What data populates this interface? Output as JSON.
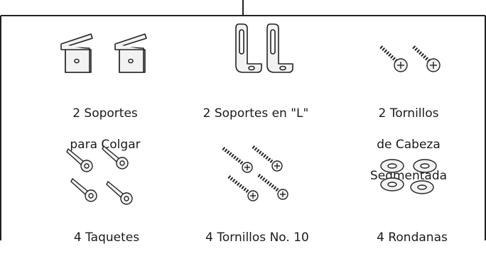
{
  "parts": [
    {
      "lines": [
        "2 Soportes",
        "para Colgar"
      ],
      "icon": "hanging-bracket-icon"
    },
    {
      "lines": [
        "2 Soportes en \"L\""
      ],
      "icon": "l-bracket-icon"
    },
    {
      "lines": [
        "2 Tornillos",
        "de Cabeza",
        "Segmentada"
      ],
      "icon": "pan-head-screw-icon"
    },
    {
      "lines": [
        "4 Taquetes"
      ],
      "icon": "wall-anchor-icon"
    },
    {
      "lines": [
        "4 Tornillos No. 10"
      ],
      "icon": "wood-screw-icon"
    },
    {
      "lines": [
        "4 Rondanas"
      ],
      "icon": "washer-icon"
    }
  ]
}
